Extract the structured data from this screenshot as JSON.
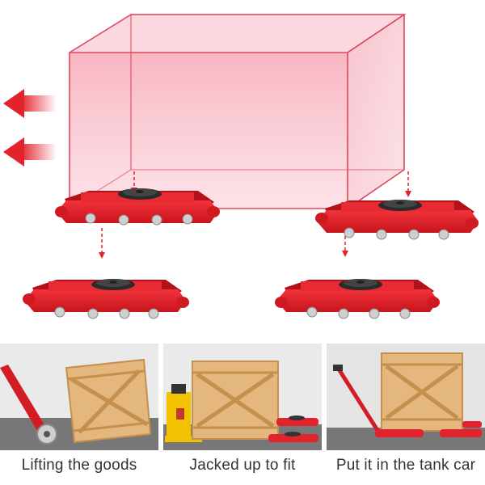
{
  "colors": {
    "accent": "#e3232c",
    "box_fill": "#f7b8c4",
    "box_edge": "#e0475c",
    "wood": "#e3b77d"
  },
  "captions": {
    "lifting": "Lifting the goods",
    "jacked": "Jacked up to fit",
    "tank_car": "Put it in the tank car"
  }
}
